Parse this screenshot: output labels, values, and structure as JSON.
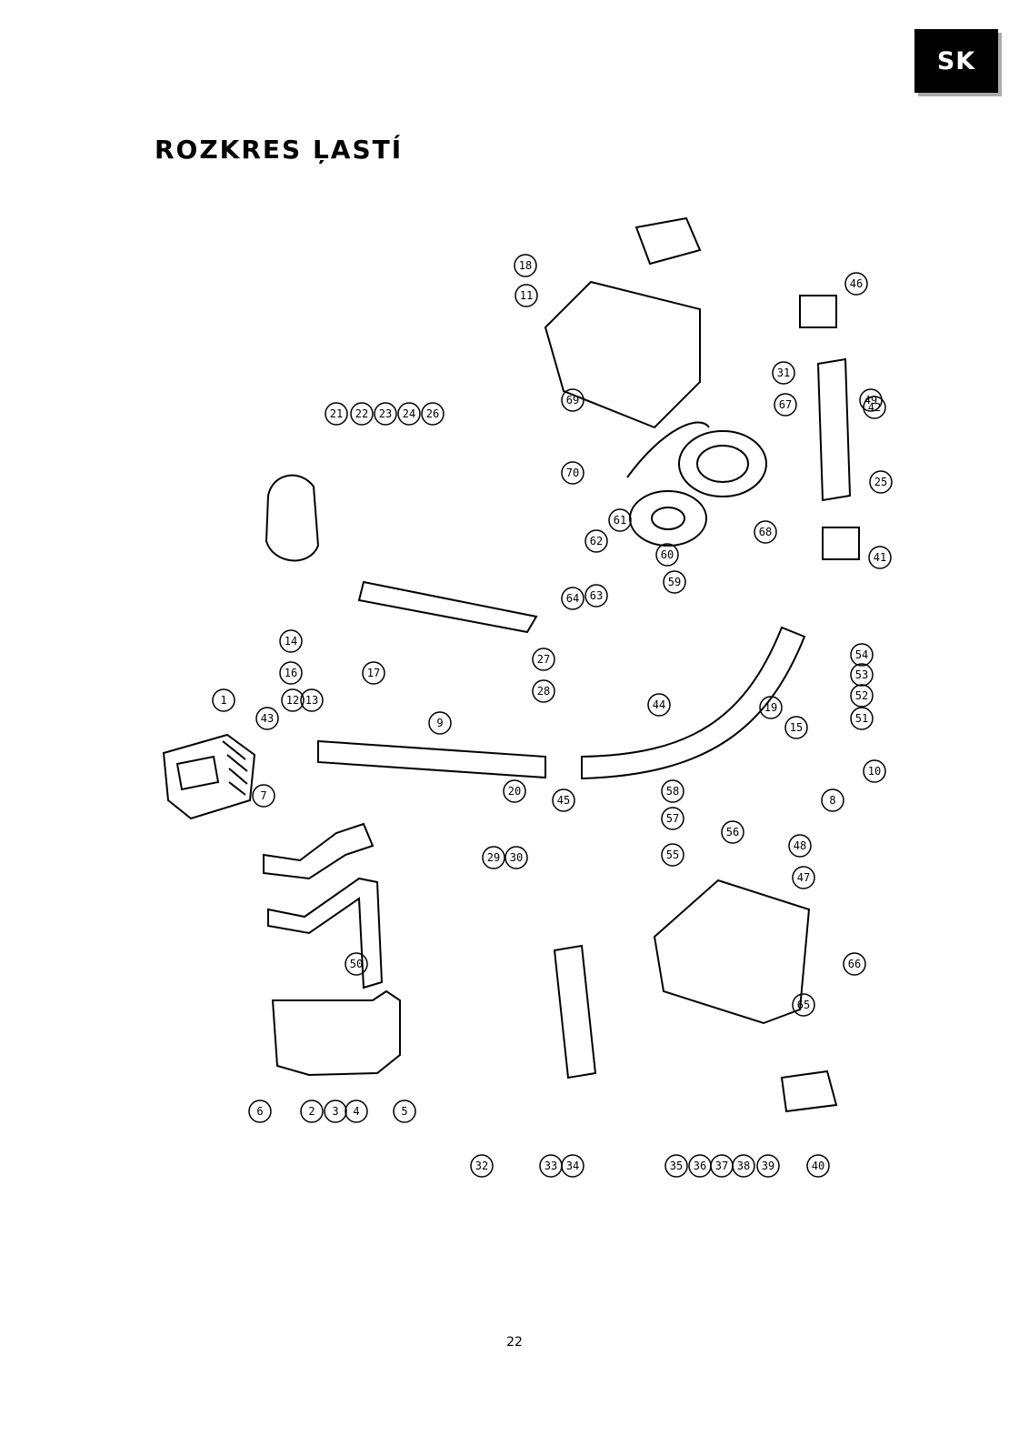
{
  "header": {
    "language_badge": "SK",
    "title": "ROZKRES ĻASTÍ"
  },
  "diagram": {
    "part_labels": [
      "1",
      "2",
      "3",
      "4",
      "5",
      "6",
      "7",
      "8",
      "9",
      "10",
      "11",
      "12",
      "13",
      "14",
      "15",
      "16",
      "17",
      "18",
      "19",
      "20",
      "21",
      "22",
      "23",
      "24",
      "25",
      "26",
      "27",
      "28",
      "29",
      "30",
      "31",
      "32",
      "33",
      "34",
      "35",
      "36",
      "37",
      "38",
      "39",
      "40",
      "41",
      "42",
      "43",
      "44",
      "45",
      "46",
      "47",
      "48",
      "49",
      "50",
      "51",
      "52",
      "53",
      "54",
      "55",
      "56",
      "57",
      "58",
      "59",
      "60",
      "61",
      "62",
      "63",
      "64",
      "65",
      "66",
      "67",
      "68",
      "69",
      "70"
    ]
  },
  "footer": {
    "page_number": "22"
  }
}
